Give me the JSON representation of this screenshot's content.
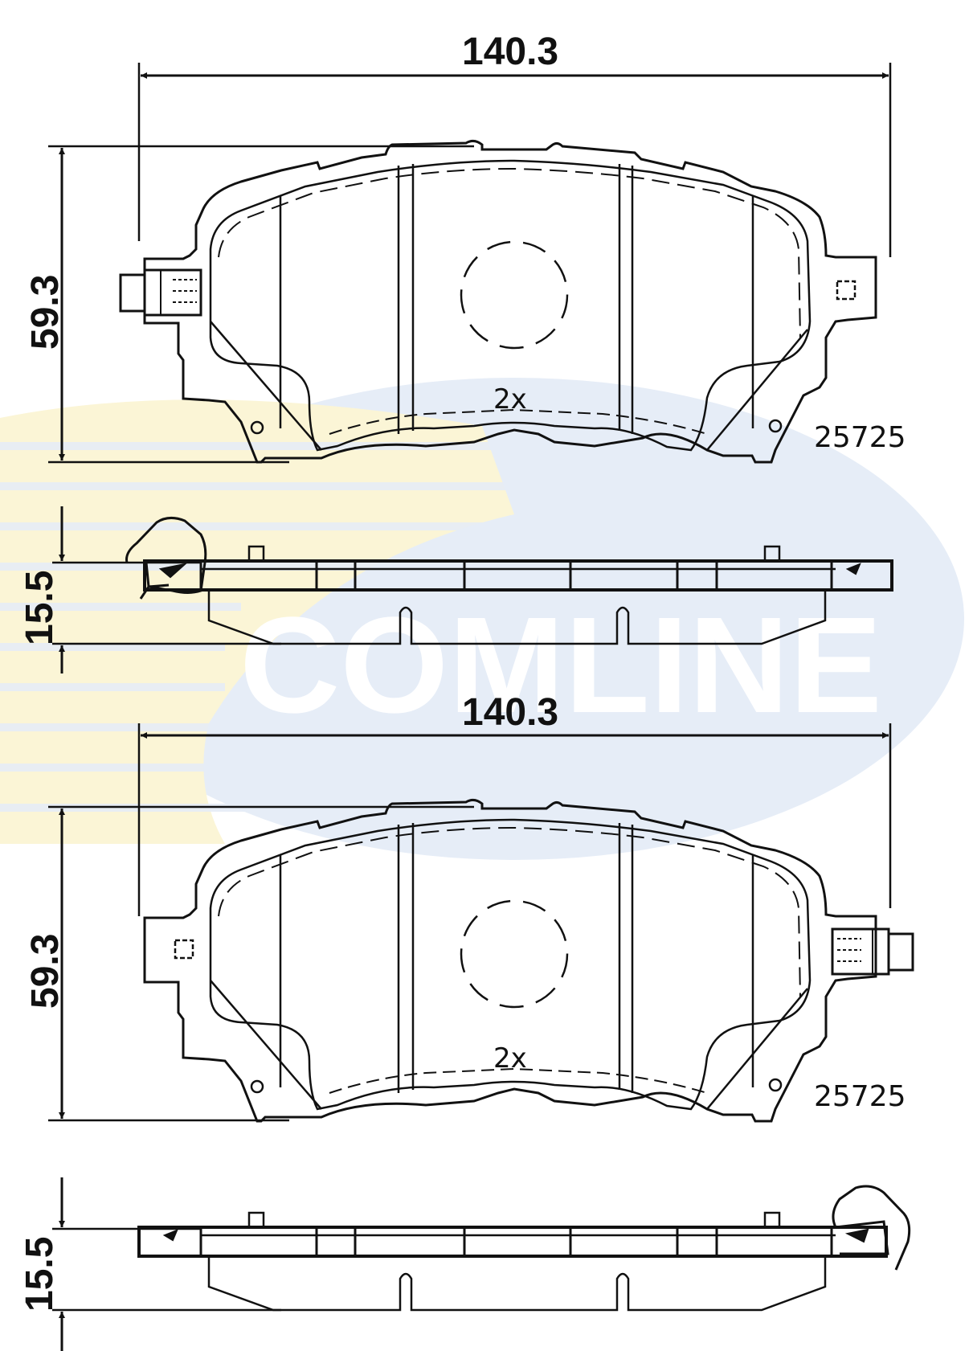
{
  "drawing": {
    "title": "Brake pad set technical drawing",
    "watermark": {
      "text": "COMLINE",
      "colors": {
        "yellow": "#fbf5d6",
        "blue": "#e6edf7",
        "text": "#ffffff"
      }
    },
    "views": [
      {
        "name": "front-view-1",
        "width_label": "140.3",
        "height_label": "59.3",
        "quantity_label": "2x",
        "part_number": "25725"
      },
      {
        "name": "side-view-1",
        "thickness_label": "15.5"
      },
      {
        "name": "front-view-2",
        "width_label": "140.3",
        "height_label": "59.3",
        "quantity_label": "2x",
        "part_number": "25725"
      },
      {
        "name": "side-view-2",
        "thickness_label": "15.5"
      }
    ],
    "line_color": "#111111"
  }
}
